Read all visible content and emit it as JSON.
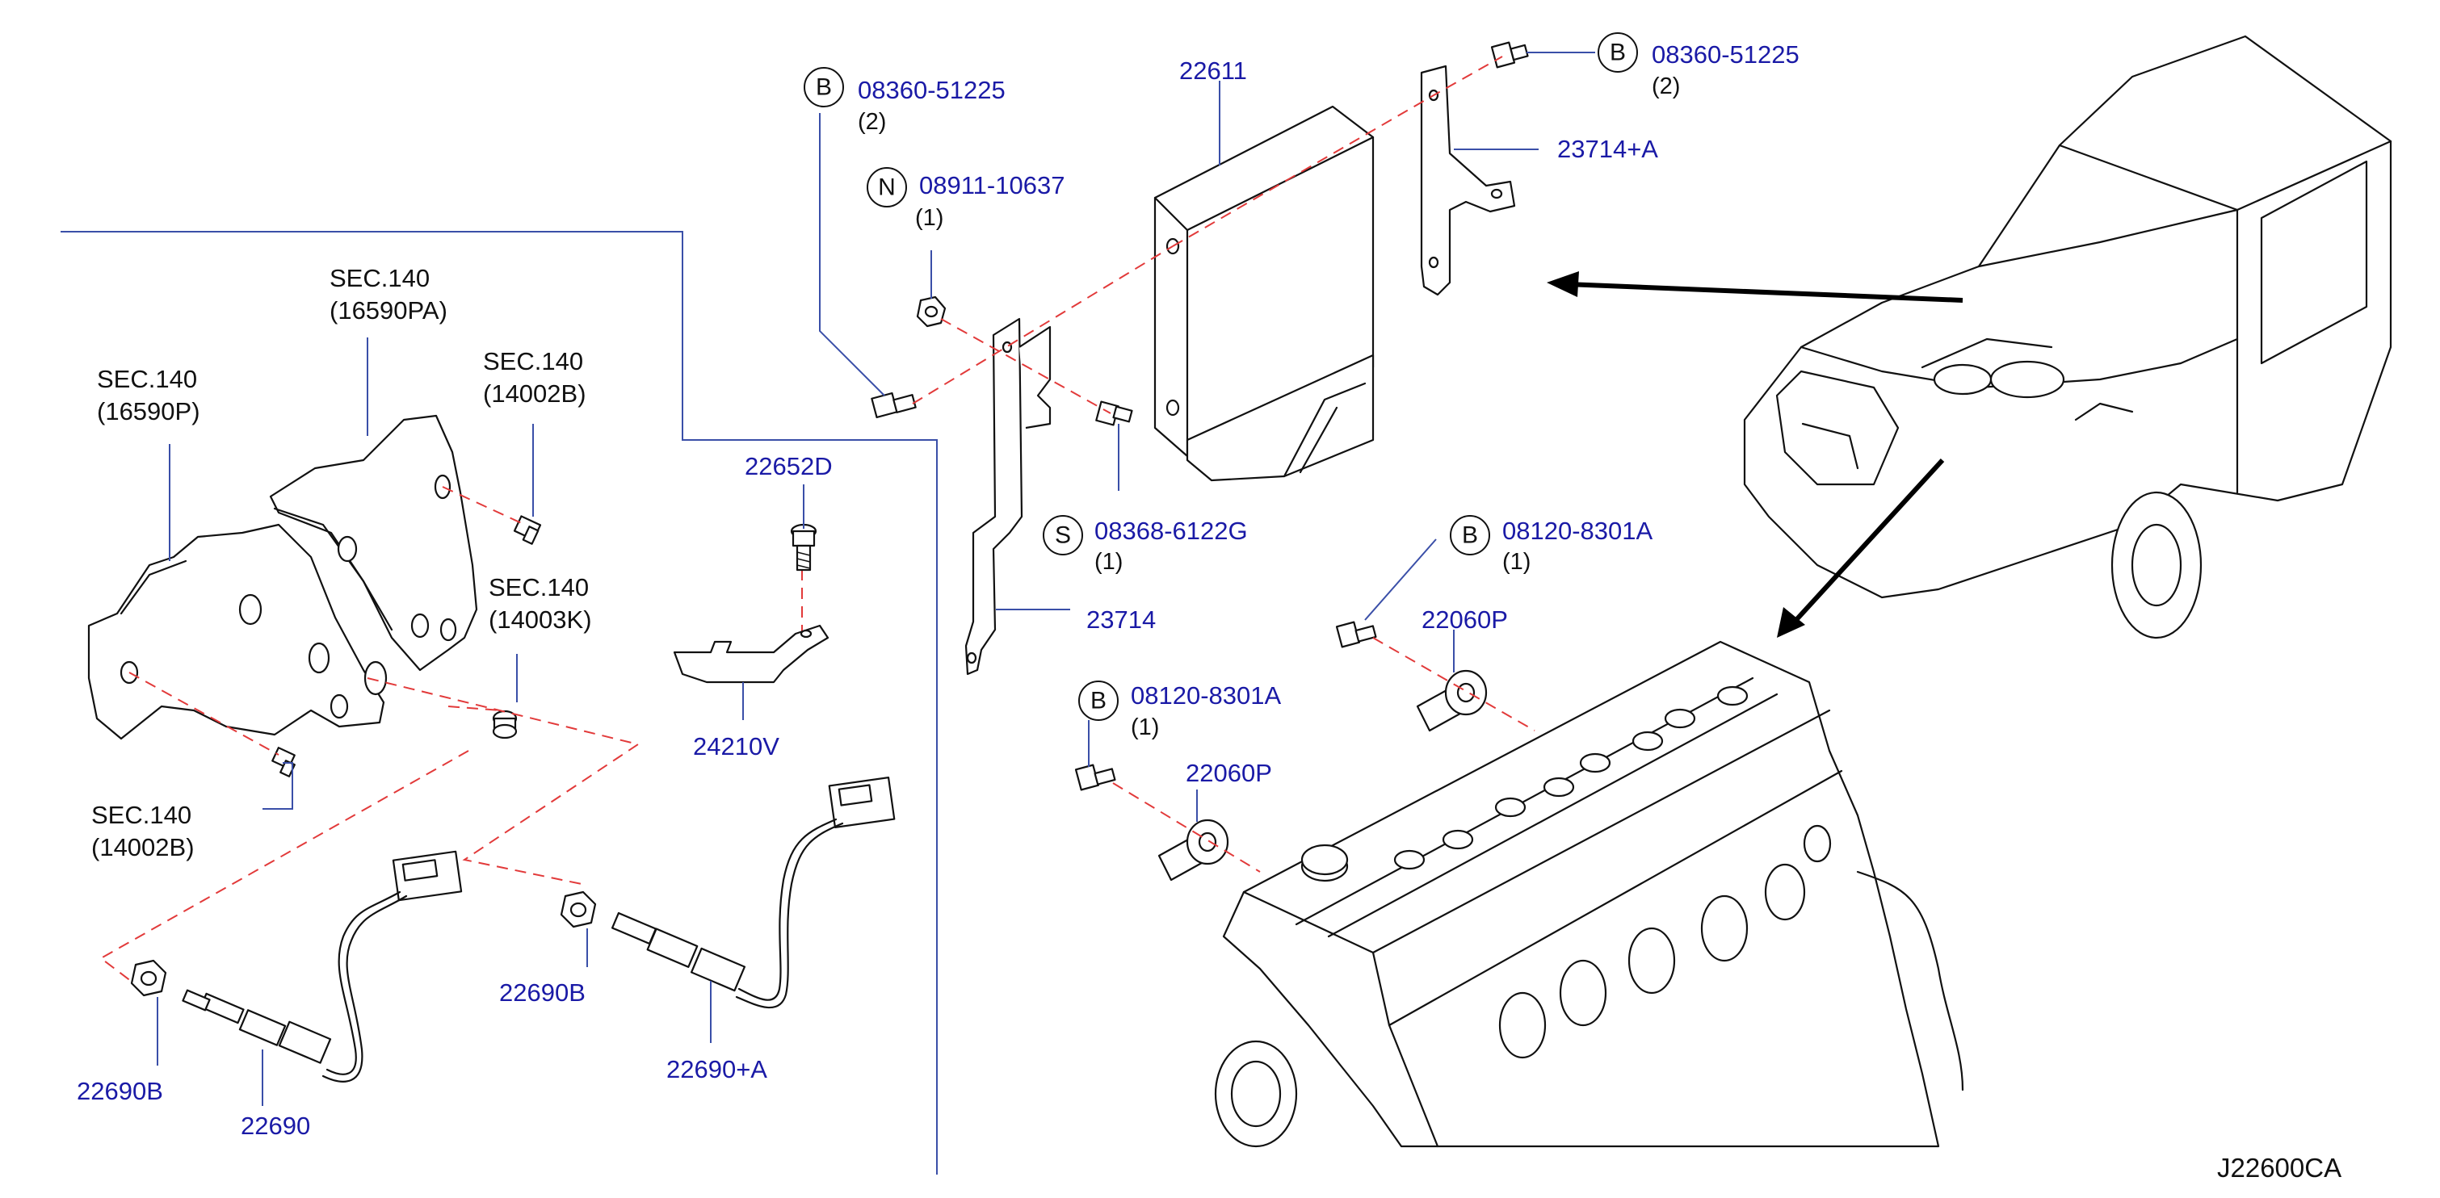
{
  "labels": {
    "sec_16590pa": [
      "SEC.140",
      "(16590PA)"
    ],
    "sec_16590p": [
      "SEC.140",
      "(16590P)"
    ],
    "sec_14002b_top": [
      "SEC.140",
      "(14002B)"
    ],
    "sec_14003k": [
      "SEC.140",
      "(14003K)"
    ],
    "sec_14002b_bottom": [
      "SEC.140",
      "(14002B)"
    ],
    "p_22652d": "22652D",
    "p_24210v": "24210V",
    "p_22690b_left": "22690B",
    "p_22690": "22690",
    "p_22690b_mid": "22690B",
    "p_22690a": "22690+A",
    "p_22611": "22611",
    "p_23714a": "23714+A",
    "p_23714": "23714",
    "p_22060p_upper": "22060P",
    "p_22060p_lower": "22060P",
    "b1_part": "08360-51225",
    "b1_qty": "(2)",
    "b2_part": "08360-51225",
    "b2_qty": "(2)",
    "n_part": "08911-10637",
    "n_qty": "(1)",
    "s_part": "08368-6122G",
    "s_qty": "(1)",
    "b3_part": "08120-8301A",
    "b3_qty": "(1)",
    "b4_part": "08120-8301A",
    "b4_qty": "(1)",
    "code": "J22600CA"
  },
  "badges": {
    "b": "B",
    "n": "N",
    "s": "S"
  },
  "colors": {
    "part_text": "#1a1aa6",
    "leader": "#3a4fa8",
    "dash": "#e23a3a",
    "ink": "#111111"
  },
  "icons": [
    "ecm-box",
    "bracket",
    "bolt",
    "nut",
    "heat-shield",
    "o2-sensor",
    "knock-sensor",
    "engine-head",
    "vehicle",
    "direction-arrow"
  ]
}
